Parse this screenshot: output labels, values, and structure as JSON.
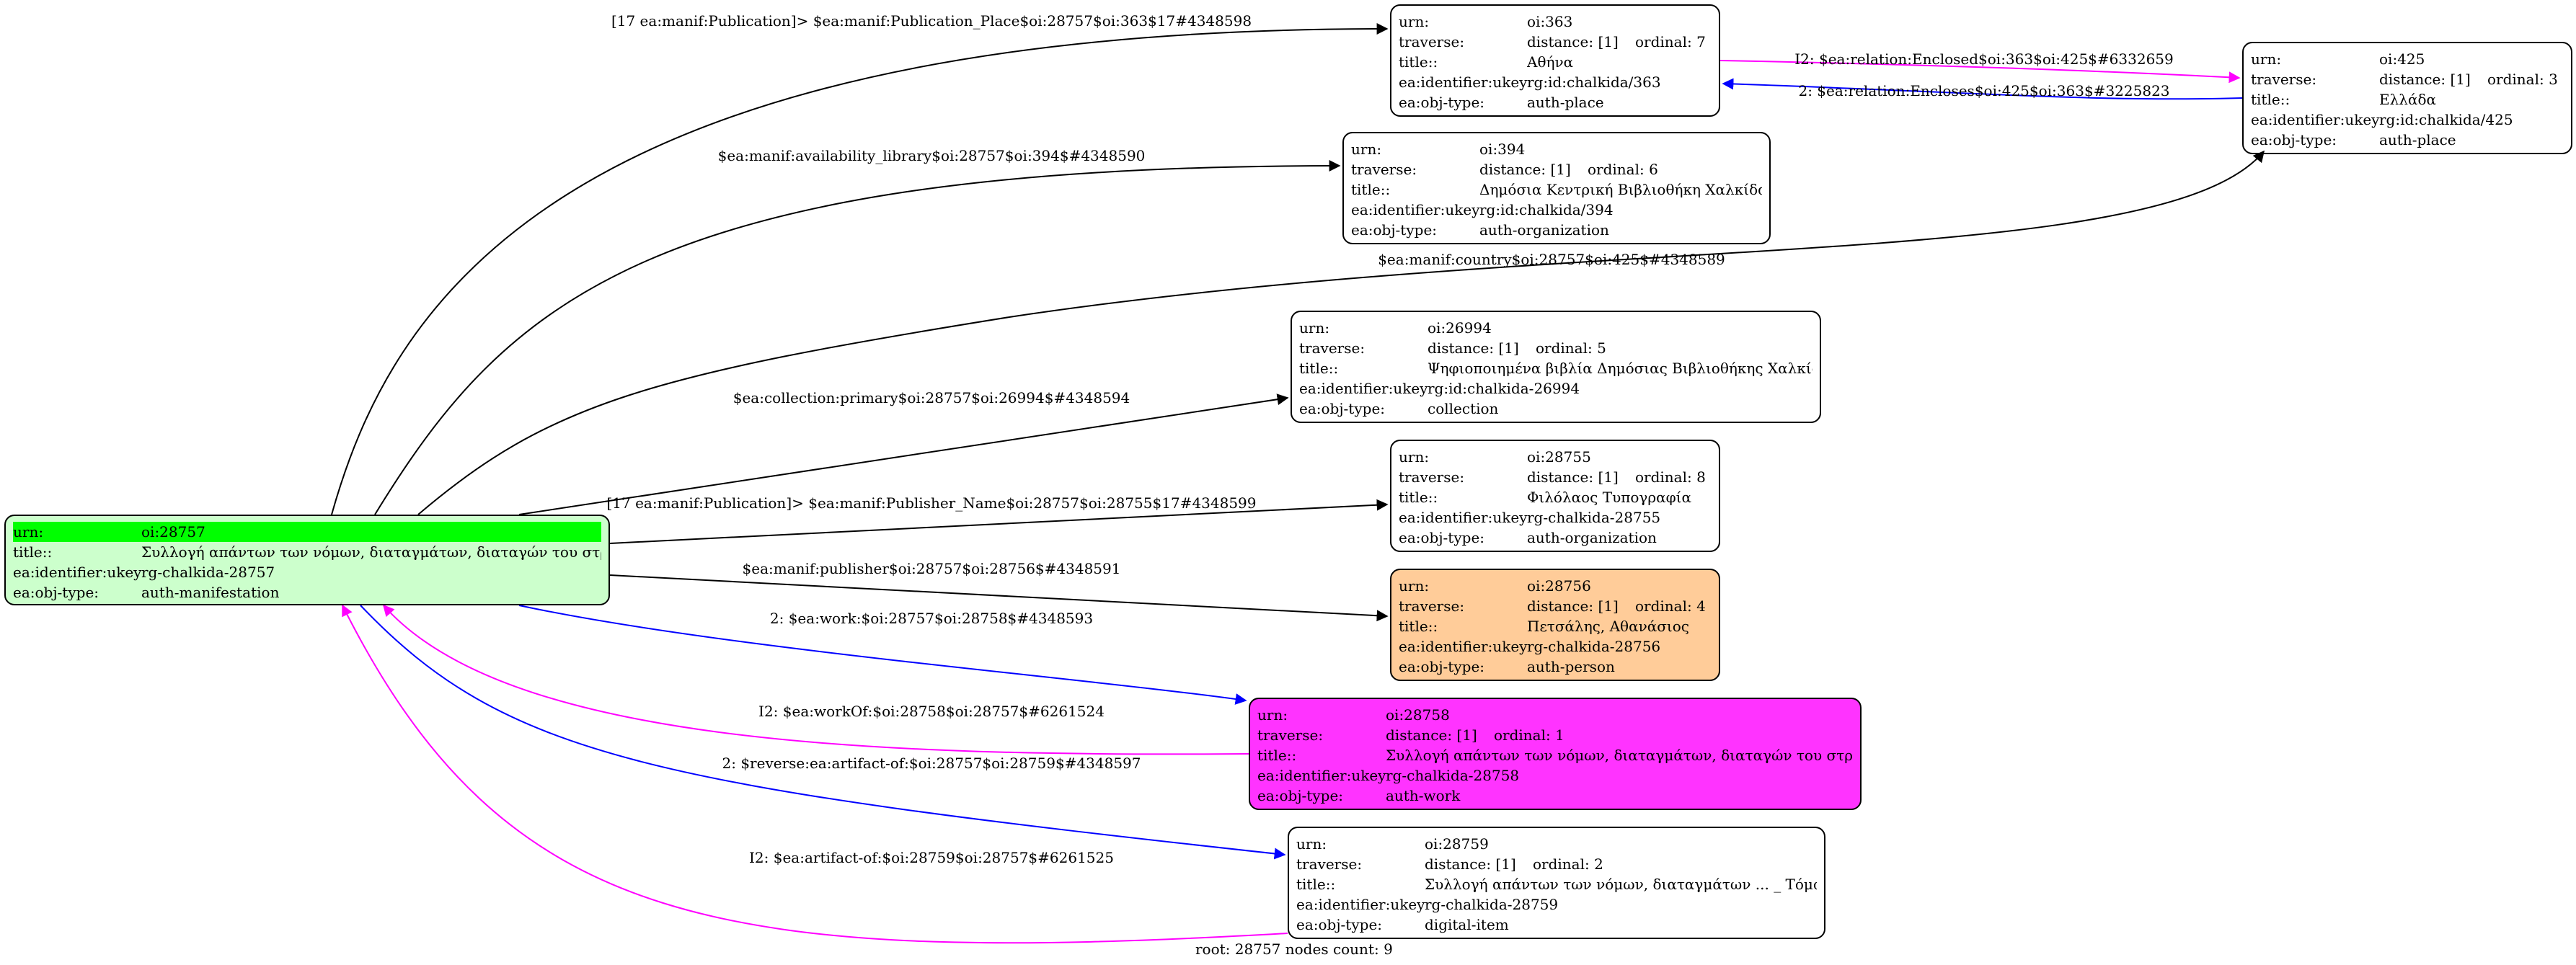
{
  "nodes": {
    "n28757": {
      "rows": [
        [
          "urn:",
          "oi:28757"
        ],
        [
          "title::",
          "Συλλογή απάντων των νόμων, διαταγμάτων, διαταγών του στρατ..."
        ],
        [
          "ea:identifier:ukey",
          "rg-chalkida-28757"
        ],
        [
          "ea:obj-type:",
          "auth-manifestation"
        ]
      ]
    },
    "n363": {
      "rows": [
        [
          "urn:",
          "oi:363"
        ],
        [
          "traverse:",
          "distance: [1]",
          "ordinal: 7"
        ],
        [
          "title::",
          "Αθήνα"
        ],
        [
          "ea:identifier:ukey",
          "rg:id:chalkida/363"
        ],
        [
          "ea:obj-type:",
          "auth-place"
        ]
      ]
    },
    "n425": {
      "rows": [
        [
          "urn:",
          "oi:425"
        ],
        [
          "traverse:",
          "distance: [1]",
          "ordinal: 3"
        ],
        [
          "title::",
          "Ελλάδα"
        ],
        [
          "ea:identifier:ukey",
          "rg:id:chalkida/425"
        ],
        [
          "ea:obj-type:",
          "auth-place"
        ]
      ]
    },
    "n394": {
      "rows": [
        [
          "urn:",
          "oi:394"
        ],
        [
          "traverse:",
          "distance: [1]",
          "ordinal: 6"
        ],
        [
          "title::",
          "Δημόσια Κεντρική Βιβλιοθήκη Χαλκίδας"
        ],
        [
          "ea:identifier:ukey",
          "rg:id:chalkida/394"
        ],
        [
          "ea:obj-type:",
          "auth-organization"
        ]
      ]
    },
    "n26994": {
      "rows": [
        [
          "urn:",
          "oi:26994"
        ],
        [
          "traverse:",
          "distance: [1]",
          "ordinal: 5"
        ],
        [
          "title::",
          "Ψηφιοποιημένα βιβλία Δημόσιας Βιβλιοθήκης Χαλκίδας"
        ],
        [
          "ea:identifier:ukey",
          "rg:id:chalkida-26994"
        ],
        [
          "ea:obj-type:",
          "collection"
        ]
      ]
    },
    "n28755": {
      "rows": [
        [
          "urn:",
          "oi:28755"
        ],
        [
          "traverse:",
          "distance: [1]",
          "ordinal: 8"
        ],
        [
          "title::",
          "Φιλόλαος Τυπογραφία"
        ],
        [
          "ea:identifier:ukey",
          "rg-chalkida-28755"
        ],
        [
          "ea:obj-type:",
          "auth-organization"
        ]
      ]
    },
    "n28756": {
      "rows": [
        [
          "urn:",
          "oi:28756"
        ],
        [
          "traverse:",
          "distance: [1]",
          "ordinal: 4"
        ],
        [
          "title::",
          "Πετσάλης, Αθανάσιος"
        ],
        [
          "ea:identifier:ukey",
          "rg-chalkida-28756"
        ],
        [
          "ea:obj-type:",
          "auth-person"
        ]
      ]
    },
    "n28758": {
      "rows": [
        [
          "urn:",
          "oi:28758"
        ],
        [
          "traverse:",
          "distance: [1]",
          "ordinal: 1"
        ],
        [
          "title::",
          "Συλλογή απάντων των νόμων, διαταγμάτων, διαταγών του στρατ..."
        ],
        [
          "ea:identifier:ukey",
          "rg-chalkida-28758"
        ],
        [
          "ea:obj-type:",
          "auth-work"
        ]
      ]
    },
    "n28759": {
      "rows": [
        [
          "urn:",
          "oi:28759"
        ],
        [
          "traverse:",
          "distance: [1]",
          "ordinal: 2"
        ],
        [
          "title::",
          "Συλλογή απάντων των νόμων, διαταγμάτων ... _ Τόμος Α"
        ],
        [
          "ea:identifier:ukey",
          "rg-chalkida-28759"
        ],
        [
          "ea:obj-type:",
          "digital-item"
        ]
      ]
    }
  },
  "edges": [
    {
      "label": "[17 ea:manif:Publication]> $ea:manif:Publication_Place$oi:28757$oi:363$17#4348598",
      "color": "#000000"
    },
    {
      "label": "$ea:manif:availability_library$oi:28757$oi:394$#4348590",
      "color": "#000000"
    },
    {
      "label": "$ea:manif:country$oi:28757$oi:425$#4348589",
      "color": "#000000"
    },
    {
      "label": "$ea:collection:primary$oi:28757$oi:26994$#4348594",
      "color": "#000000"
    },
    {
      "label": "[17 ea:manif:Publication]> $ea:manif:Publisher_Name$oi:28757$oi:28755$17#4348599",
      "color": "#000000"
    },
    {
      "label": "$ea:manif:publisher$oi:28757$oi:28756$#4348591",
      "color": "#000000"
    },
    {
      "label": "2: $ea:work:$oi:28757$oi:28758$#4348593",
      "color": "#0000ff"
    },
    {
      "label": "I2: $ea:workOf:$oi:28758$oi:28757$#6261524",
      "color": "#ff00ff"
    },
    {
      "label": "2: $reverse:ea:artifact-of:$oi:28757$oi:28759$#4348597",
      "color": "#0000ff"
    },
    {
      "label": "I2: $ea:artifact-of:$oi:28759$oi:28757$#6261525",
      "color": "#ff00ff"
    },
    {
      "label": "I2: $ea:relation:Enclosed$oi:363$oi:425$#6332659",
      "color": "#ff00ff"
    },
    {
      "label": "2: $ea:relation:Encloses$oi:425$oi:363$#3225823",
      "color": "#0000ff"
    }
  ],
  "footer": "root: 28757 nodes count: 9"
}
